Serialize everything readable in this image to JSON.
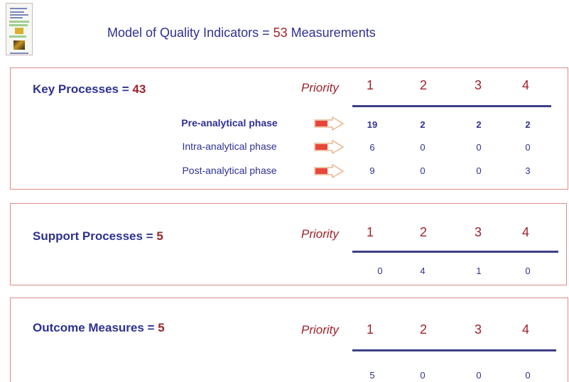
{
  "headline": {
    "prefix": "Model of Quality Indicators = ",
    "count": "53",
    "suffix": " Measurements"
  },
  "colors": {
    "title_blue": "#2e3192",
    "accent_red": "#a0222b",
    "panel_border": "#d98b8b",
    "rule": "#3e3f86",
    "arrow_fill": "#e8463b",
    "arrow_outline": "#e9b48a"
  },
  "priority_label": "Priority",
  "priority_levels": [
    "1",
    "2",
    "3",
    "4"
  ],
  "key_processes": {
    "title": "Key Processes = ",
    "count": "43",
    "rows": [
      {
        "label": "Pre-analytical phase",
        "values": [
          "19",
          "2",
          "2",
          "2"
        ],
        "bold": true
      },
      {
        "label": "Intra-analytical phase",
        "values": [
          "6",
          "0",
          "0",
          "0"
        ],
        "bold": false
      },
      {
        "label": "Post-analytical phase",
        "values": [
          "9",
          "0",
          "0",
          "3"
        ],
        "bold": false
      }
    ]
  },
  "support_processes": {
    "title": "Support Processes = ",
    "count": "5",
    "values": [
      "0",
      "4",
      "1",
      "0"
    ]
  },
  "outcome_measures": {
    "title": "Outcome Measures = ",
    "count": "5",
    "values": [
      "5",
      "0",
      "0",
      "0"
    ]
  }
}
